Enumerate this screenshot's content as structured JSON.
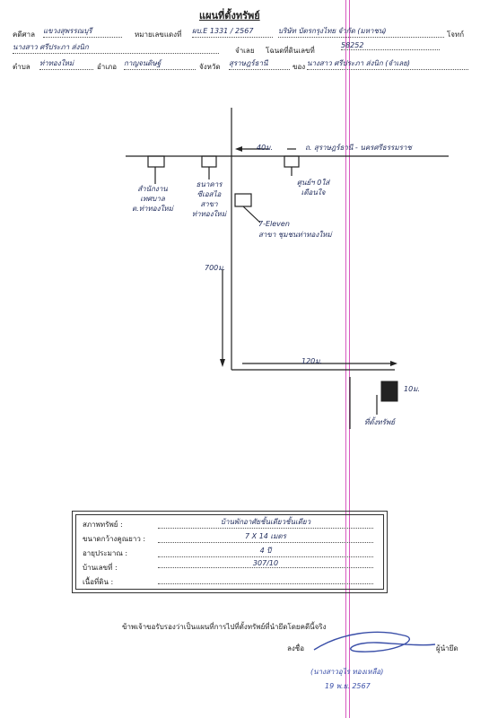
{
  "document": {
    "title": "แผนที่ตั้งทรัพย์",
    "header": {
      "case_label": "คดีศาล",
      "court": "แขวงสุพรรณบุรี",
      "case_no_label": "หมายเลขแดงที่",
      "case_no": "ผบ.E 1331 / 2567",
      "plaintiff": "บริษัท บัตรกรุงไทย จำกัด (มหาชน)",
      "plaintiff_suffix": "โจทก์",
      "defendant": "นางสาว ศรีประภา ส่งนิก",
      "parcel_label": "จำเลย",
      "deed_label": "โฉนดที่ดินเลขที่",
      "deed_no": "58252",
      "subdistrict_label": "ตำบล",
      "subdistrict": "ท่าทองใหม่",
      "district_label": "อำเภอ",
      "district": "กาญจนดิษฐ์",
      "province_label": "จังหวัด",
      "province": "สุราษฎร์ธานี",
      "owner_label": "ของ",
      "owner": "นางสาว ศรีประภา ส่งนิก (จำเลย)"
    },
    "map": {
      "road_label": "ถ. สุราษฎร์ธานี - นครศรีธรรมราช",
      "dist_40": "40ม.",
      "dist_700": "700ม.",
      "dist_120": "120ม.",
      "dist_10": "10ม.",
      "lm1": [
        "สำนักงาน",
        "เทศบาล",
        "ต.ท่าทองใหม่"
      ],
      "lm2": [
        "ธนาคาร",
        "ซีเอสไอ",
        "สาขา",
        "ท่าทองใหม่"
      ],
      "lm3": [
        "ศูนย์ฯ 0ใส่",
        "เตือนใจ"
      ],
      "lm4": [
        "7-Eleven",
        "สาขา ชุมชนท่าทองใหม่"
      ],
      "property_label": "ที่ตั้งทรัพย์"
    },
    "table": {
      "type_label": "สภาพทรัพย์ :",
      "type_value": "บ้านพักอาศัยชั้นเดียวชั้นเดียว",
      "size_label": "ขนาดกว้างคูณยาว :",
      "size_value": "7 X 14 เมตร",
      "age_label": "อายุประมาณ :",
      "age_value": "4 ปี",
      "house_no_label": "บ้านเลขที่ :",
      "house_no_value": "307/10",
      "area_label": "เนื้อที่ดิน :",
      "area_value": ""
    },
    "footer": {
      "certify": "ข้าพเจ้าขอรับรองว่าเป็นแผนที่การไปที่ตั้งทรัพย์ที่นำยึดโดยคดีนี้จริง",
      "sign_label": "ลงชื่อ",
      "sign_suffix": "ผู้นำยึด",
      "name": "(นางสาวอุไร ทองเหลือ)",
      "date": "19 พ.ย. 2567"
    }
  }
}
